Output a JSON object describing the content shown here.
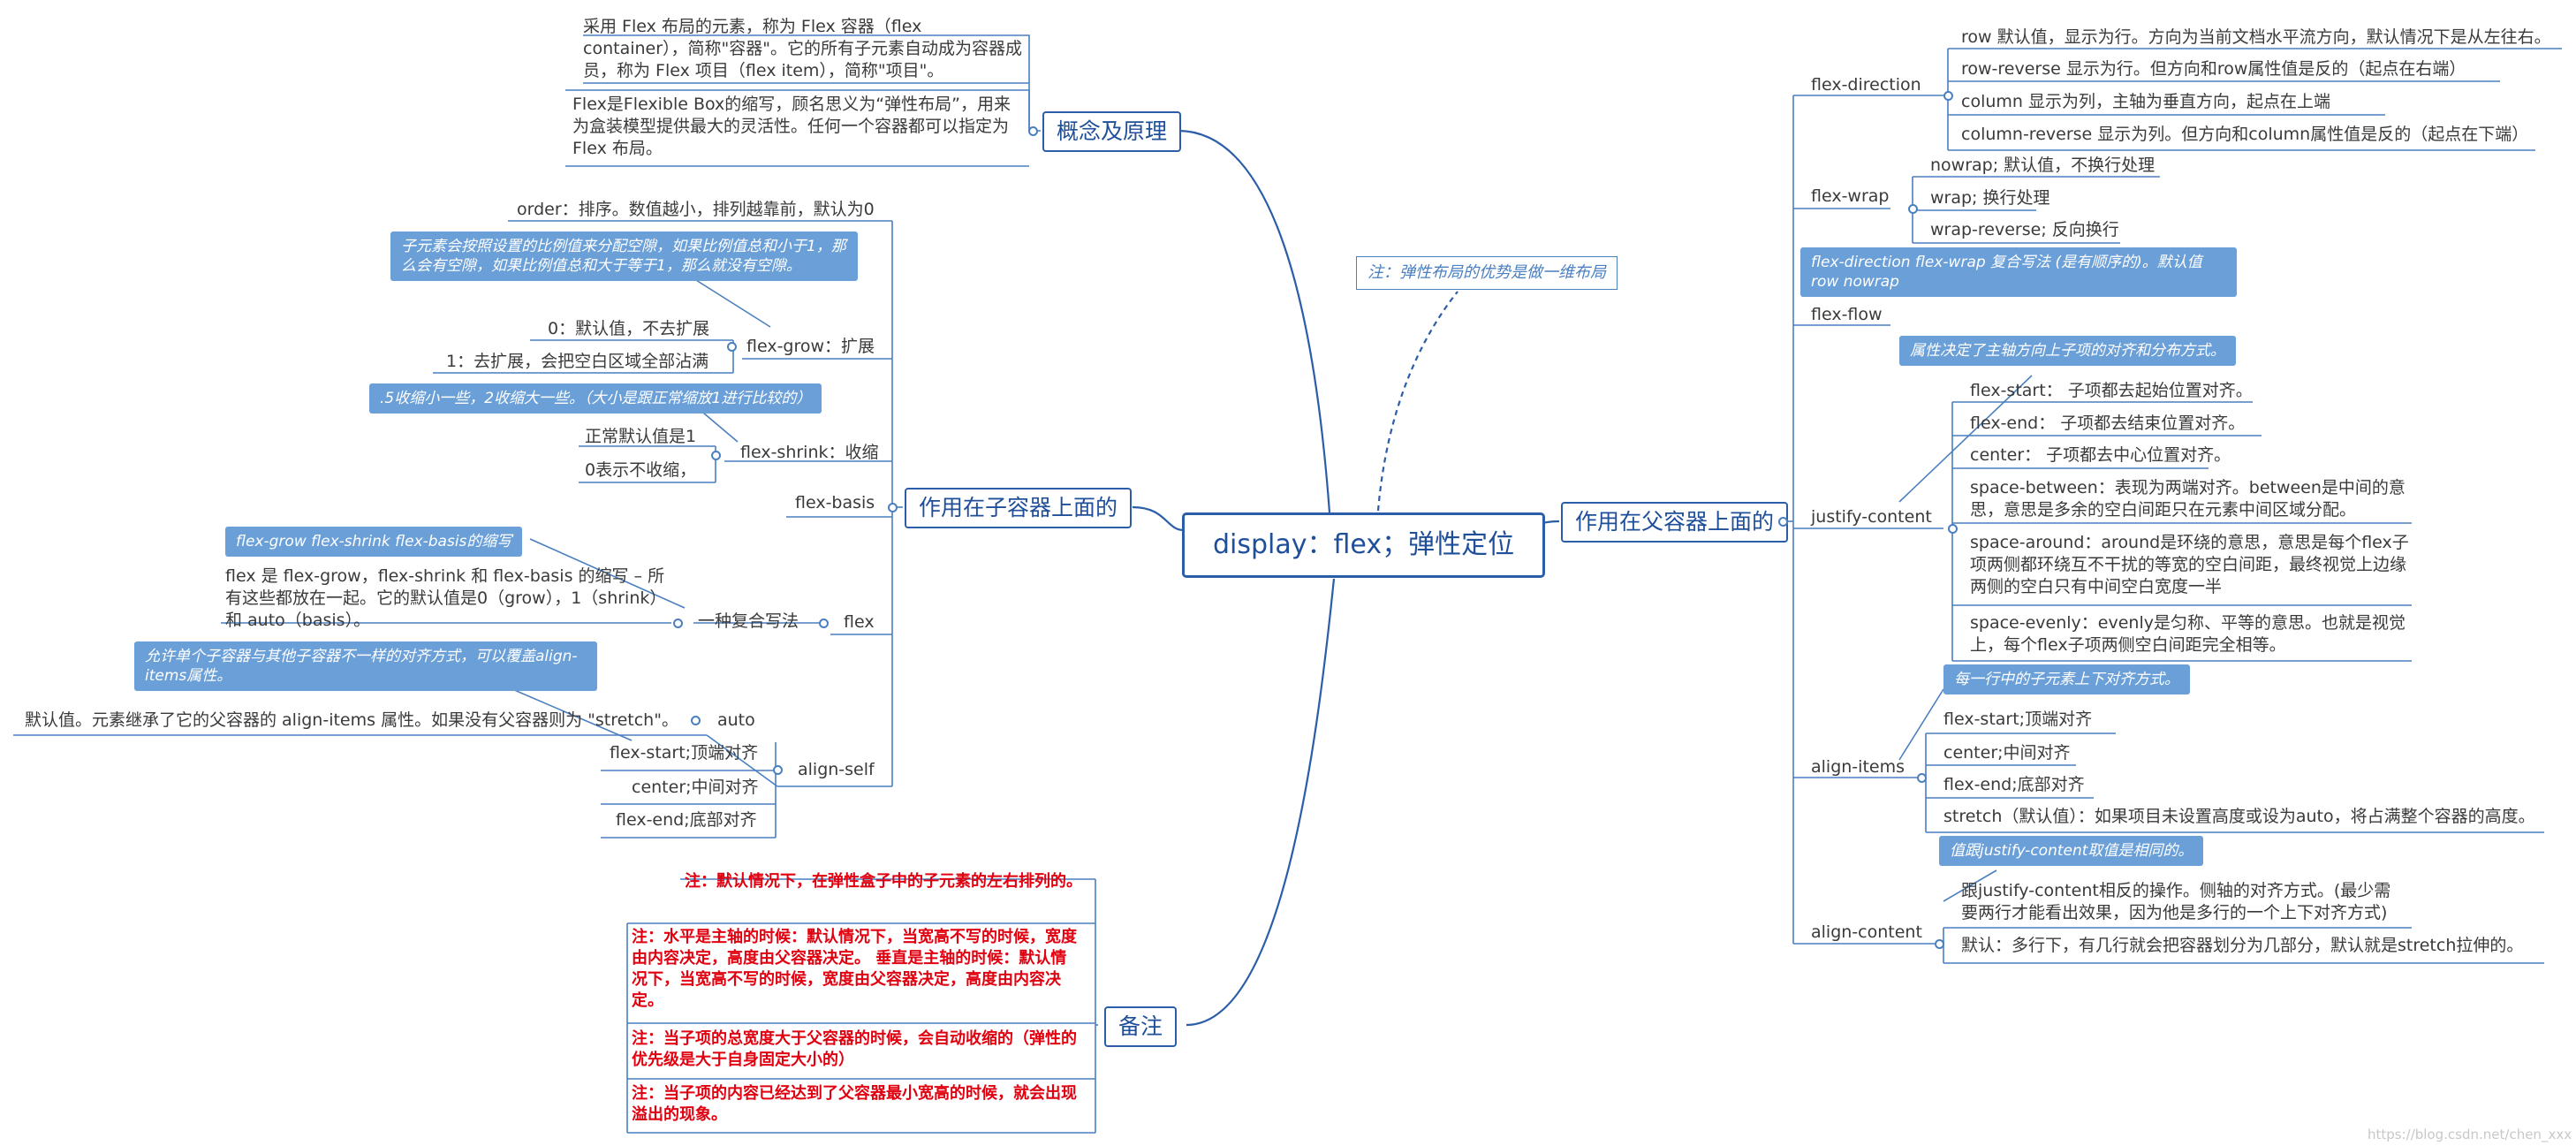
{
  "center": "display：flex；弹性定位",
  "center_note": "注：弹性布局的优势是做一维布局",
  "topics": {
    "concept": "概念及原理",
    "child": "作用在子容器上面的",
    "parent": "作用在父容器上面的",
    "remark": "备注"
  },
  "concept": {
    "p1": "采用 Flex 布局的元素，称为 Flex 容器（flex container），简称\"容器\"。它的所有子元素自动成为容器成员，称为 Flex 项目（flex item），简称\"项目\"。",
    "p2": "Flex是Flexible Box的缩写，顾名思义为“弹性布局”，用来为盒装模型提供最大的灵活性。任何一个容器都可以指定为Flex 布局。"
  },
  "child": {
    "order": "order：排序。数值越小，排列越靠前，默认为0",
    "grow_note": "子元素会按照设置的比例值来分配空隙，如果比例值总和小于1，那么会有空隙，如果比例值总和大于等于1，那么就没有空隙。",
    "grow": "flex-grow：扩展",
    "grow_0": "0：默认值，不去扩展",
    "grow_1": "1：去扩展，会把空白区域全部沾满",
    "shrink_note": ".5收缩小一些，2收缩大一些。（大小是跟正常缩放1进行比较的）",
    "shrink": "flex-shrink：收缩",
    "shrink_1": "正常默认值是1",
    "shrink_0": "0表示不收缩，",
    "basis": "flex-basis",
    "flex_note": "flex-grow  flex-shrink  flex-basis的缩写",
    "flex_desc": "flex 是 flex-grow，flex-shrink 和 flex-basis 的缩写 – 所有这些都放在一起。它的默认值是0（grow），1（shrink）和 auto（basis）。",
    "flex_combo": "一种复合写法",
    "flex": "flex",
    "as_note": "允许单个子容器与其他子容器不一样的对齐方式，可以覆盖align-items属性。",
    "auto_desc": "默认值。元素继承了它的父容器的 align-items 属性。如果没有父容器则为 \"stretch\"。",
    "auto": "auto",
    "align_self": "align-self",
    "as_start": "flex-start;顶端对齐",
    "as_center": "center;中间对齐",
    "as_end": "flex-end;底部对齐"
  },
  "parent": {
    "fd": "flex-direction",
    "fd_row": "row 默认值，显示为行。方向为当前文档水平流方向，默认情况下是从左往右。",
    "fd_row_rev": "row-reverse  显示为行。但方向和row属性值是反的（起点在右端）",
    "fd_col": "column  显示为列，主轴为垂直方向，起点在上端",
    "fd_col_rev": "column-reverse 显示为列。但方向和column属性值是反的（起点在下端）",
    "fw": "flex-wrap",
    "fw_nowrap": "nowrap; 默认值，不换行处理",
    "fw_wrap": "wrap; 换行处理",
    "fw_rev": "wrap-reverse; 反向换行",
    "ff_note": "flex-direction flex-wrap 复合写法 (是有顺序的)。默认值row nowrap",
    "ff": "flex-flow",
    "jc_note": "属性决定了主轴方向上子项的对齐和分布方式。",
    "jc": "justify-content",
    "jc_start": "flex-start：  子项都去起始位置对齐。",
    "jc_end": "flex-end：  子项都去结束位置对齐。",
    "jc_center": "center：  子项都去中心位置对齐。",
    "jc_between": "space-between：表现为两端对齐。between是中间的意思，意思是多余的空白间距只在元素中间区域分配。",
    "jc_around": "space-around：around是环绕的意思，意思是每个flex子项两侧都环绕互不干扰的等宽的空白间距，最终视觉上边缘两侧的空白只有中间空白宽度一半",
    "jc_evenly": "space-evenly：evenly是匀称、平等的意思。也就是视觉上，每个flex子项两侧空白间距完全相等。",
    "ai_note": "每一行中的子元素上下对齐方式。",
    "ai": "align-items",
    "ai_start": "flex-start;顶端对齐",
    "ai_center": "center;中间对齐",
    "ai_end": "flex-end;底部对齐",
    "ai_stretch": "stretch（默认值）：如果项目未设置高度或设为auto，将占满整个容器的高度。",
    "ac_note": "值跟justify-content取值是相同的。",
    "ac": "align-content",
    "ac_desc": "跟justify-content相反的操作。侧轴的对齐方式。(最少需要两行才能看出效果，因为他是多行的一个上下对齐方式)",
    "ac_default": "默认：多行下，有几行就会把容器划分为几部分，默认就是stretch拉伸的。"
  },
  "remark": {
    "r1": "注：默认情况下，在弹性盒子中的子元素的左右排列的。",
    "r2": "注：水平是主轴的时候：默认情况下，当宽高不写的时候，宽度由内容决定，高度由父容器决定。        垂直是主轴的时候：默认情况下，当宽高不写的时候，宽度由父容器决定，高度由内容决定。",
    "r3": "注：当子项的总宽度大于父容器的时候，会自动收缩的（弹性的优先级是大于自身固定大小的）",
    "r4": "注：当子项的内容已经达到了父容器最小宽高的时候，就会出现溢出的现象。"
  },
  "watermark": "https://blog.csdn.net/chen_xxx",
  "colors": {
    "line": "#2b5da8",
    "note_bg": "#6a9fd8",
    "remark": "#e0000f"
  }
}
